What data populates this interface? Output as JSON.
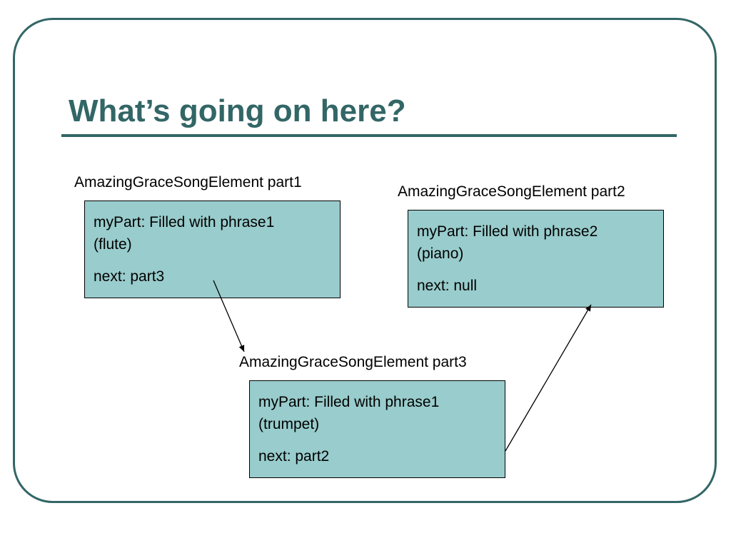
{
  "slide": {
    "title": "What’s going on here?"
  },
  "nodes": [
    {
      "label": "AmazingGraceSongElement part1",
      "my_part_line1": "myPart: Filled with phrase1",
      "my_part_line2": "(flute)",
      "next": "next: part3"
    },
    {
      "label": "AmazingGraceSongElement part2",
      "my_part_line1": "myPart: Filled with phrase2",
      "my_part_line2": "(piano)",
      "next": "next: null"
    },
    {
      "label": "AmazingGraceSongElement part3",
      "my_part_line1": "myPart: Filled with phrase1",
      "my_part_line2": "(trumpet)",
      "next": "next: part2"
    }
  ],
  "colors": {
    "accent": "#336666",
    "box_fill": "#99cccc",
    "text": "#000000"
  }
}
